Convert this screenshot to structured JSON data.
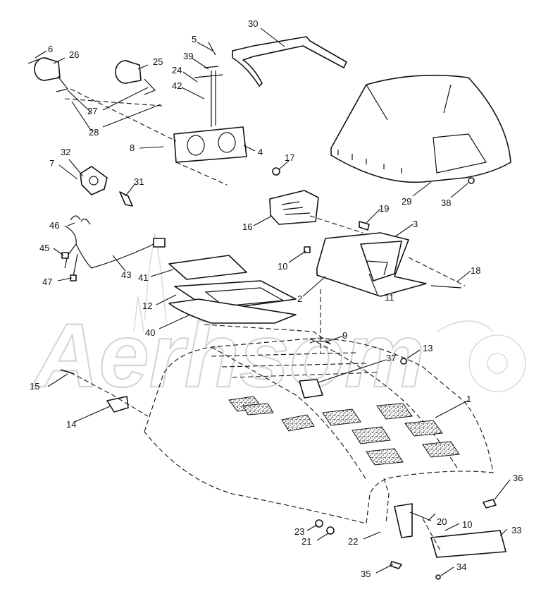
{
  "watermark": {
    "text": "Aerhsom"
  },
  "callouts": {
    "n1": "1",
    "n2": "2",
    "n3": "3",
    "n4": "4",
    "n5": "5",
    "n6": "6",
    "n7": "7",
    "n8": "8",
    "n9": "9",
    "n10a": "10",
    "n10b": "10",
    "n11": "11",
    "n12": "12",
    "n13": "13",
    "n14": "14",
    "n15": "15",
    "n16": "16",
    "n17": "17",
    "n18": "18",
    "n19": "19",
    "n20": "20",
    "n21": "21",
    "n22": "22",
    "n23": "23",
    "n24": "24",
    "n25": "25",
    "n26": "26",
    "n27": "27",
    "n28": "28",
    "n29": "29",
    "n30": "30",
    "n31": "31",
    "n32": "32",
    "n33": "33",
    "n34": "34",
    "n35": "35",
    "n36": "36",
    "n37": "37",
    "n38": "38",
    "n39": "39",
    "n40": "40",
    "n41": "41",
    "n42": "42",
    "n43": "43",
    "n45": "45",
    "n46": "46",
    "n47": "47"
  }
}
